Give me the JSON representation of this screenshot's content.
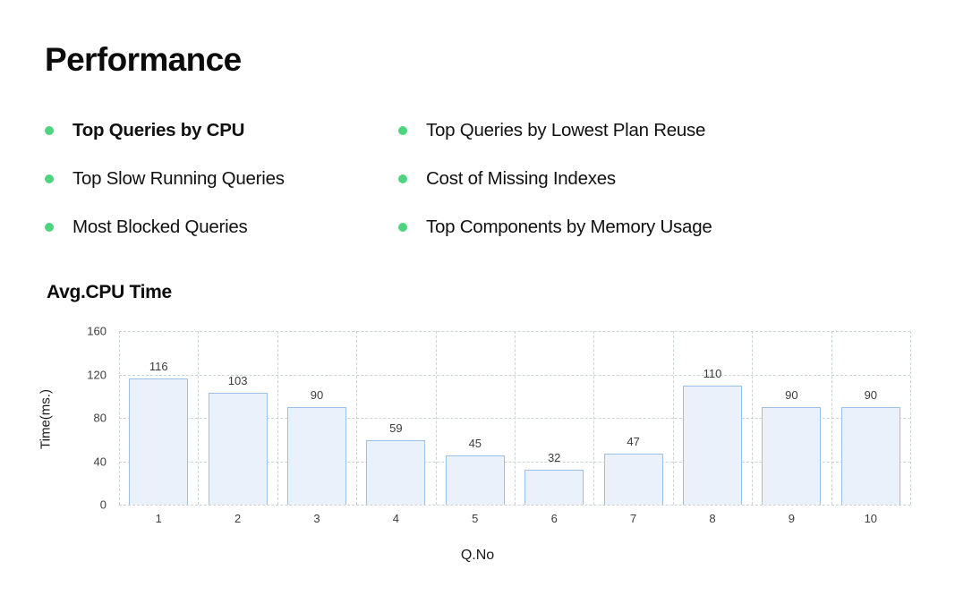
{
  "page": {
    "title": "Performance",
    "accent_green": "#4ed47f",
    "background": "#ffffff"
  },
  "bullets": {
    "items": [
      {
        "label": "Top Queries by CPU",
        "bold": true,
        "column": 1,
        "row": 1
      },
      {
        "label": "Top Queries by Lowest Plan Reuse",
        "bold": false,
        "column": 2,
        "row": 1
      },
      {
        "label": "Top Slow Running Queries",
        "bold": false,
        "column": 1,
        "row": 2
      },
      {
        "label": "Cost of Missing Indexes",
        "bold": false,
        "column": 2,
        "row": 2
      },
      {
        "label": "Most Blocked Queries",
        "bold": false,
        "column": 1,
        "row": 3
      },
      {
        "label": "Top Components by Memory Usage",
        "bold": false,
        "column": 2,
        "row": 3
      }
    ]
  },
  "chart_data": {
    "type": "bar",
    "title": "Avg.CPU Time",
    "xlabel": "Q.No",
    "ylabel": "Time(ms.)",
    "categories": [
      "1",
      "2",
      "3",
      "4",
      "5",
      "6",
      "7",
      "8",
      "9",
      "10"
    ],
    "values": [
      116,
      103,
      90,
      59,
      45,
      32,
      47,
      110,
      90,
      90
    ],
    "data_labels": [
      "116",
      "103",
      "90",
      "59",
      "45",
      "32",
      "47",
      "110",
      "90",
      "90"
    ],
    "ylim": [
      0,
      160
    ],
    "yticks": [
      0,
      40,
      80,
      120,
      160
    ],
    "ytick_labels": [
      "0",
      "40",
      "80",
      "120",
      "160"
    ],
    "grid": "dashed-both",
    "legend": "none",
    "bar_fill": "#eaf1fb",
    "bar_border": "#9dc0e6",
    "grid_color": "#c9d3d3"
  }
}
